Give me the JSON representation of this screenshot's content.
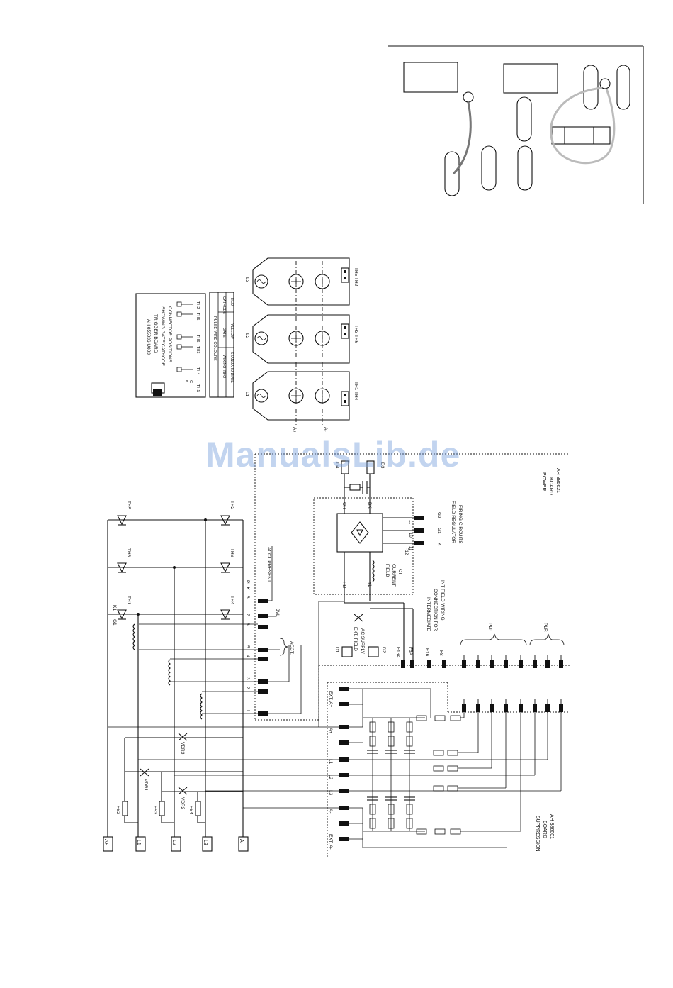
{
  "watermark": "ManualsLib.de",
  "trigger_board": {
    "lines": [
      "AH 055036 U003",
      "TRIGGER BOARD",
      "SHOWING GATE/CATHODE",
      "CONNECTOR POSITIONS"
    ],
    "pin_labels": [
      "TH1",
      "TH4",
      "TH3",
      "TH6",
      "TH5",
      "TH2"
    ],
    "pin_kg": [
      "K",
      "G"
    ]
  },
  "pulse_table": {
    "title": "PULSE WIRE COLOURS",
    "headers": [
      "WIRING INFO",
      "GATE",
      "CATHODE"
    ],
    "row": [
      "STANDARD DPHE",
      "YELLOW",
      "RED"
    ]
  },
  "phase_modules": [
    {
      "phase": "L1",
      "thyristors": "TH1 TH4"
    },
    {
      "phase": "L2",
      "thyristors": "TH3 TH6"
    },
    {
      "phase": "L3",
      "thyristors": "TH5 TH2"
    }
  ],
  "bus_labels": {
    "a_plus": "A+",
    "a_minus": "A-"
  },
  "bridge": {
    "top_thyristors": [
      "TH1",
      "TH3",
      "TH5"
    ],
    "bottom_thyristors": [
      "TH4",
      "TH6",
      "TH2"
    ],
    "gate_labels": [
      "G1",
      "K1"
    ]
  },
  "terminals": [
    "A+",
    "L1",
    "L2",
    "L3",
    "A-"
  ],
  "fuses": [
    "FS2",
    "FS3",
    "FS4"
  ],
  "varistors": [
    "VDR1",
    "VDR2",
    "VDR3"
  ],
  "plk": {
    "label": "PL K",
    "pins": [
      "8",
      "7",
      "6",
      "5",
      "4",
      "3",
      "2",
      "1"
    ],
    "acct_present": "ACCT PRESENT",
    "ovl": "0VL",
    "acct": "ACCT."
  },
  "field": {
    "ext_field": [
      "EXT. FIELD",
      "AC SUPPLY"
    ],
    "d_labels": [
      "D1",
      "D2",
      "D3",
      "D4"
    ],
    "rd": "RD",
    "yl": "YL",
    "or": "OR",
    "bk": "BK",
    "field_ct": [
      "FIELD",
      "CURRENT",
      "CT"
    ],
    "f12": "F12",
    "pins": [
      "11",
      "10",
      "11"
    ],
    "gk": [
      "G2",
      "G1",
      "K"
    ],
    "regulator": [
      "FIELD REGULATOR",
      "FIRING CIRCUITS"
    ],
    "fuse_labels": [
      "F16A",
      "F8A",
      "F16",
      "F8"
    ]
  },
  "intermediate": [
    "INTERMEDIATE",
    "CONNECTION FOR",
    "INT FIELD WIRING"
  ],
  "plp": "PLP",
  "plr": "PLR",
  "suppression_terminals": [
    "EXT. A+",
    "A+",
    "L1",
    "L2",
    "L3",
    "A-",
    "EXT. A-"
  ],
  "power_board": [
    "POWER",
    "BOARD",
    "AH 385621"
  ],
  "suppression_board": [
    "SUPPRESSION",
    "BOARD",
    "AH 386001"
  ]
}
